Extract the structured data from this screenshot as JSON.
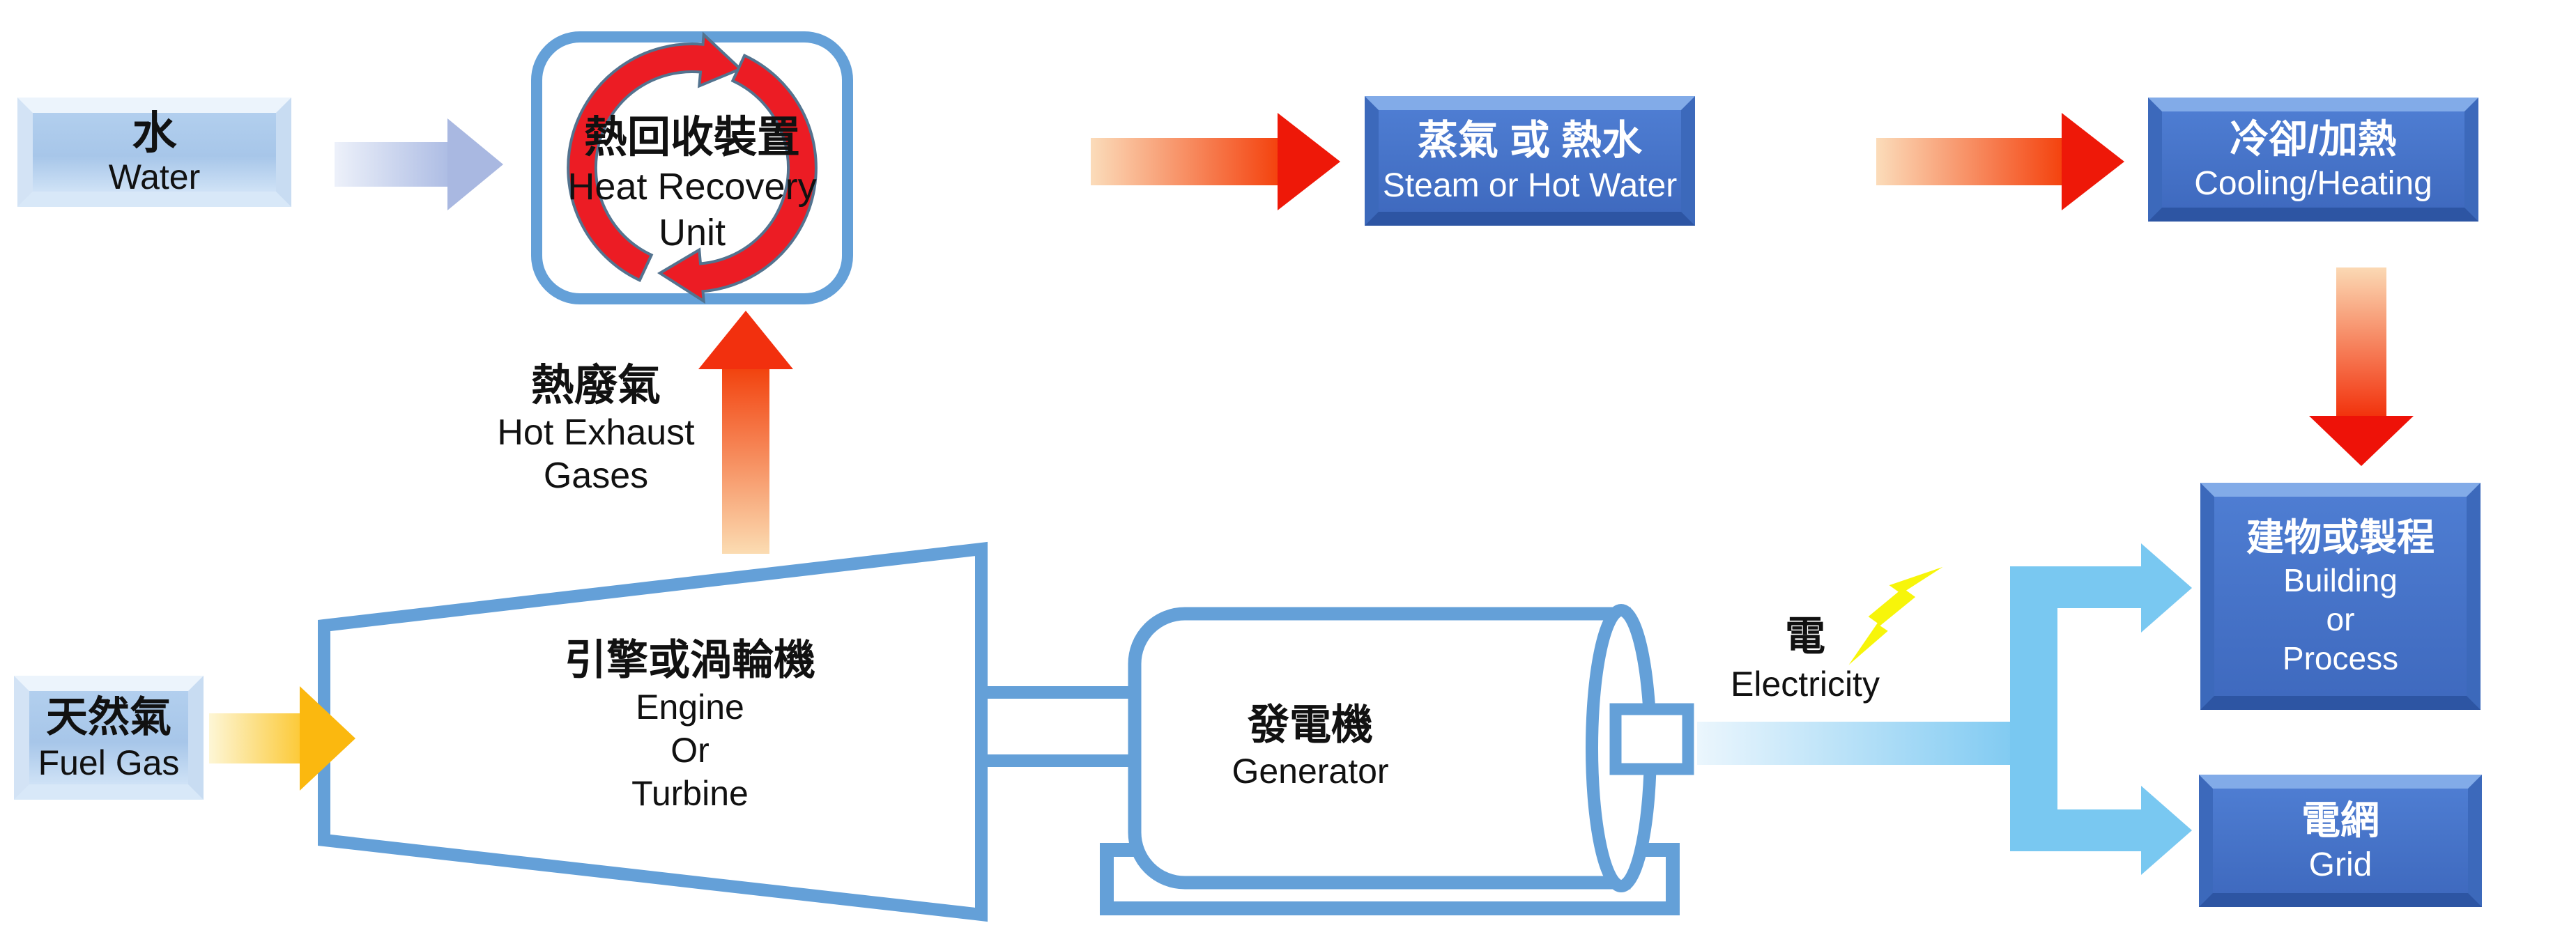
{
  "boxes": {
    "water": {
      "zh": "水",
      "en": "Water"
    },
    "heat_recovery": {
      "zh": "熱回收裝置",
      "en1": "Heat Recovery",
      "en2": "Unit"
    },
    "steam": {
      "zh": "蒸氣 或 熱水",
      "en": "Steam or Hot Water"
    },
    "cooling": {
      "zh": "冷卻/加熱",
      "en": "Cooling/Heating"
    },
    "building": {
      "zh": "建物或製程",
      "en1": "Building",
      "en2": "or",
      "en3": "Process"
    },
    "grid": {
      "zh": "電網",
      "en": "Grid"
    },
    "fuel": {
      "zh": "天然氣",
      "en": "Fuel Gas"
    },
    "engine": {
      "zh": "引擎或渦輪機",
      "en1": "Engine",
      "en2": "Or",
      "en3": "Turbine"
    },
    "generator": {
      "zh": "發電機",
      "en": "Generator"
    }
  },
  "labels": {
    "exhaust": {
      "zh": "熱廢氣",
      "en1": "Hot Exhaust",
      "en2": "Gases"
    },
    "electricity": {
      "zh": "電",
      "en": "Electricity"
    }
  },
  "colors": {
    "outline_blue": "#64a0d8",
    "box_dark_blue": "#3f6abf",
    "box_light_blue": "#aecbec",
    "cycle_red": "#ec1c24",
    "hot_arrow_red": "#ee1808",
    "hot_arrow_light": "#fbdcba",
    "fuel_yellow": "#fbb80f",
    "electricity_blue": "#79c8f1",
    "lightning_yellow": "#f7f50a",
    "water_arrow_blue": "#a9b8e1"
  }
}
